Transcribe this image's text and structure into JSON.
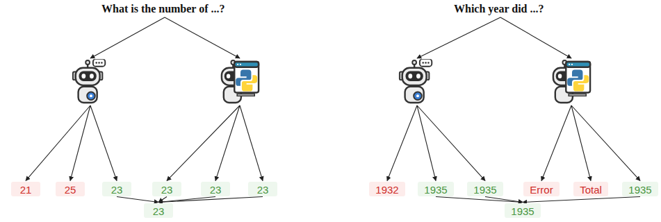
{
  "diagram": {
    "nodes": [
      {
        "text": [
          "What is the number of ...?"
        ]
      },
      {
        "text": []
      },
      {
        "text": []
      },
      {
        "text": [
          "21"
        ]
      },
      {
        "text": [
          "25"
        ]
      },
      {
        "text": [
          "23"
        ]
      },
      {
        "text": [
          "23"
        ]
      },
      {
        "text": [
          "23"
        ]
      },
      {
        "text": [
          "23"
        ]
      },
      {
        "text": [
          "23"
        ]
      },
      {
        "text": [
          "Which year did ...?"
        ]
      },
      {
        "text": []
      },
      {
        "text": []
      },
      {
        "text": [
          "1932"
        ]
      },
      {
        "text": [
          "1935"
        ]
      },
      {
        "text": [
          "1935"
        ]
      },
      {
        "text": [
          "Error"
        ]
      },
      {
        "text": [
          "Total"
        ]
      },
      {
        "text": [
          "1935"
        ]
      },
      {
        "text": [
          "1935"
        ]
      }
    ],
    "edges": [
      {
        "from": 0,
        "to": 1,
        "arrow": "to"
      },
      {
        "from": 0,
        "to": 2,
        "arrow": "to"
      },
      {
        "from": 1,
        "to": 3,
        "arrow": "to"
      },
      {
        "from": 1,
        "to": 4,
        "arrow": "to"
      },
      {
        "from": 1,
        "to": 5,
        "arrow": "to"
      },
      {
        "from": 2,
        "to": 6,
        "arrow": "to"
      },
      {
        "from": 2,
        "to": 7,
        "arrow": "to"
      },
      {
        "from": 2,
        "to": 8,
        "arrow": "to"
      },
      {
        "from": 5,
        "to": 9,
        "arrow": "to"
      },
      {
        "from": 6,
        "to": 9,
        "arrow": "to"
      },
      {
        "from": 7,
        "to": 9,
        "arrow": "to"
      },
      {
        "from": 8,
        "to": 9,
        "arrow": "to"
      },
      {
        "from": 10,
        "to": 11,
        "arrow": "to"
      },
      {
        "from": 10,
        "to": 12,
        "arrow": "to"
      },
      {
        "from": 11,
        "to": 13,
        "arrow": "to"
      },
      {
        "from": 11,
        "to": 14,
        "arrow": "to"
      },
      {
        "from": 11,
        "to": 15,
        "arrow": "to"
      },
      {
        "from": 12,
        "to": 16,
        "arrow": "to"
      },
      {
        "from": 12,
        "to": 17,
        "arrow": "to"
      },
      {
        "from": 12,
        "to": 18,
        "arrow": "to"
      },
      {
        "from": 14,
        "to": 19,
        "arrow": "to"
      },
      {
        "from": 15,
        "to": 19,
        "arrow": "to"
      },
      {
        "from": 18,
        "to": 19,
        "arrow": "to"
      }
    ]
  }
}
